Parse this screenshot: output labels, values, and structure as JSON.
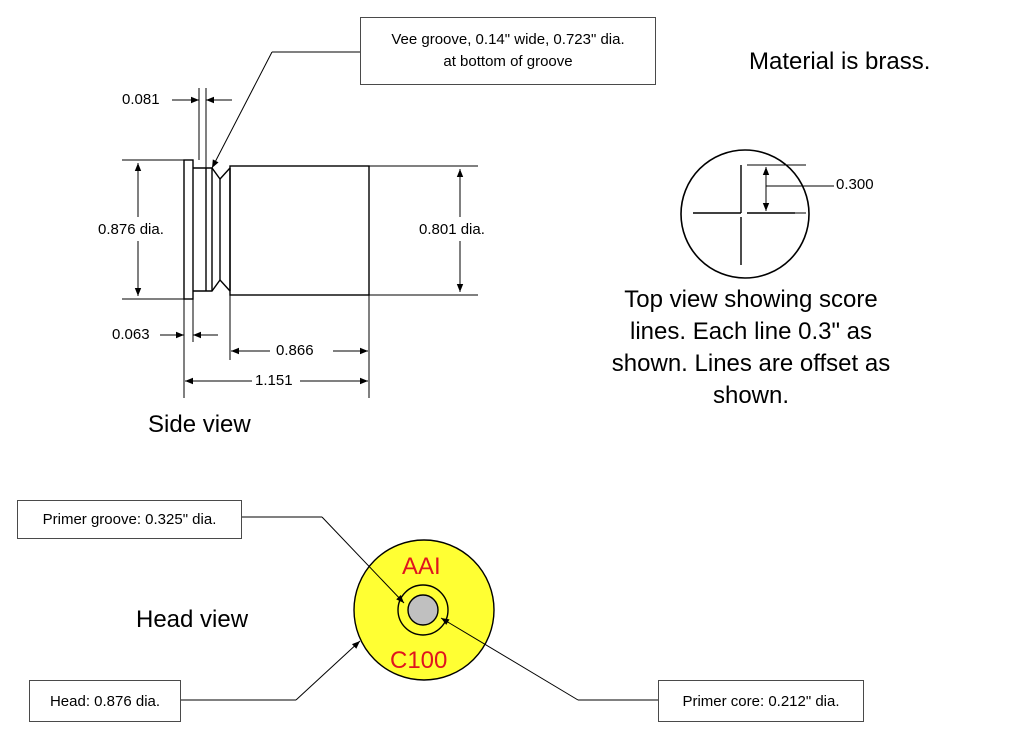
{
  "material_note": "Material is brass.",
  "side_view": {
    "caption": "Side view",
    "callout_vee_groove": [
      "Vee groove, 0.14\" wide, 0.723\" dia.",
      "at bottom of groove"
    ],
    "dim_groove_offset": "0.081",
    "dim_rim_dia": "0.876 dia.",
    "dim_body_dia": "0.801 dia.",
    "dim_rim_thickness": "0.063",
    "dim_body_length": "0.866",
    "dim_total_length": "1.151"
  },
  "top_view": {
    "dim_line_length": "0.300",
    "note_lines": [
      "Top view showing score",
      "lines.  Each line 0.3\" as",
      "shown.  Lines are offset as",
      "shown."
    ]
  },
  "head_view": {
    "caption": "Head view",
    "stamp_top": "AAI",
    "stamp_bottom": "C100",
    "callout_primer_groove": "Primer groove: 0.325\" dia.",
    "callout_head": "Head: 0.876 dia.",
    "callout_primer_core": "Primer core: 0.212\" dia."
  },
  "colors": {
    "head_fill": "#ffff33",
    "stamp_text": "#e0141e",
    "primer_core": "#c0c0c0",
    "line": "#000000"
  }
}
